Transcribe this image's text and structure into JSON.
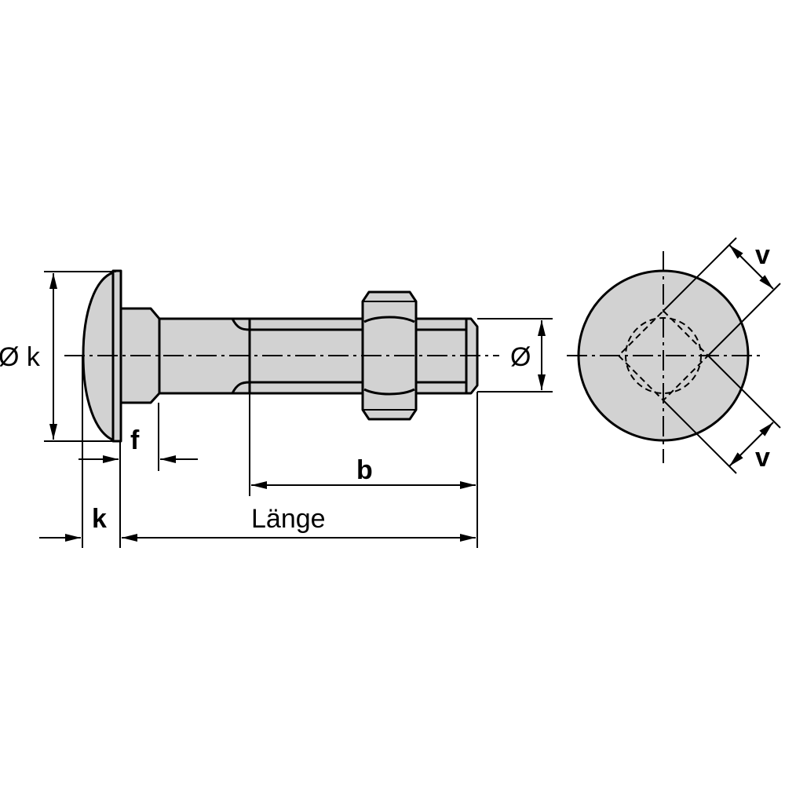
{
  "labels": {
    "head_diameter": "Ø k",
    "shaft_diameter": "Ø",
    "neck_length": "f",
    "head_height": "k",
    "thread_length": "b",
    "total_length": "Länge",
    "square_size_top": "v",
    "square_size_bottom": "v"
  },
  "colors": {
    "part_fill": "#d2d2d2",
    "line": "#000000",
    "background": "#ffffff"
  }
}
